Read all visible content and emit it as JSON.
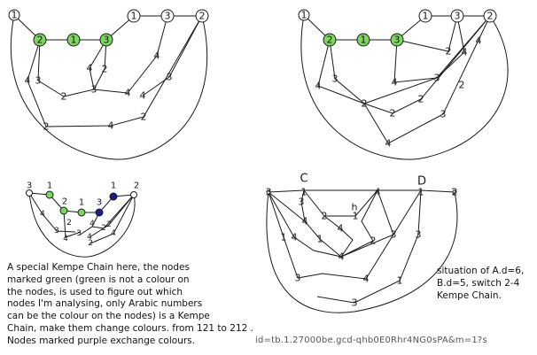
{
  "colors": {
    "kempe_green": "#7cd65f",
    "exchange_purple": "#1d1d8a",
    "edge": "#1a1a1a"
  },
  "diagram1": {
    "node_labels": [
      "1",
      "2",
      "1",
      "3",
      "1",
      "3",
      "2"
    ],
    "vertex_labels": [
      "4",
      "2",
      "3",
      "4",
      "2",
      "4",
      "3",
      "2",
      "3",
      "4",
      "2",
      "4",
      "4"
    ]
  },
  "diagram2": {
    "node_labels": [
      "1",
      "2",
      "1",
      "3",
      "1",
      "3",
      "2"
    ],
    "vertex_labels": [
      "4",
      "3",
      "2",
      "4",
      "3",
      "2",
      "2",
      "4",
      "2",
      "3",
      "4",
      "2",
      "4"
    ]
  },
  "diagram3": {
    "node_labels": [
      "3",
      "1",
      "2",
      "1",
      "3",
      "1",
      "2"
    ],
    "vertex_labels": [
      "4",
      "3",
      "2",
      "4",
      "4",
      "3",
      "2",
      "4",
      "2",
      "2",
      "4"
    ]
  },
  "diagram4": {
    "letters": {
      "c": "C",
      "d": "D",
      "h": "h"
    },
    "node_labels": [
      "3",
      "1",
      "4",
      "1",
      "2"
    ],
    "vertex_labels": [
      "2",
      "1",
      "4",
      "3",
      "1",
      "4",
      "4",
      "1",
      "2",
      "3",
      "4",
      "3",
      "3",
      "4",
      "1",
      "3"
    ]
  },
  "captions": {
    "left": "A special Kempe Chain here, the nodes\nmarked green (green is not a colour on\nthe nodes, is used to figure out which\nnodes I'm analysing, only Arabic numbers\ncan be the colour on the nodes) is a Kempe\nChain, make them change colours. from 121 to 212 .\nNodes marked purple exchange colours.",
    "right": "situation of A.d=6,\nB.d=5, switch 2-4\nKempe Chain.",
    "id": "id=tb.1.27000be.gcd-qhb0E0Rhr4NG0sPA&m=1?s"
  }
}
